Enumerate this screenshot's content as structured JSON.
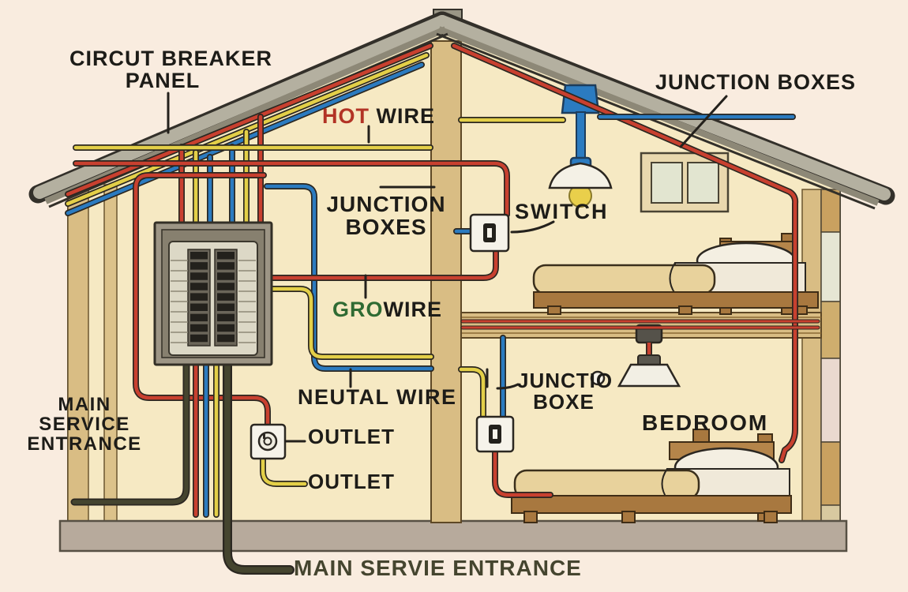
{
  "title": "Home electrical wiring cutaway diagram",
  "labels": {
    "circuit_breaker_panel": {
      "line1": "CIRCUT BREAKER",
      "line2": "PANEL"
    },
    "hot_wire": {
      "hot": "HOT",
      "wire": " WIRE"
    },
    "junction_boxes_top": "JUNCTION BOXES",
    "junction_boxes_mid": {
      "line1": "JUNCTION",
      "line2": "BOXES"
    },
    "switch": "SWITCH",
    "ground_wire": {
      "gro": "GRO",
      "wire": "WIRE"
    },
    "neutral_wire": "NEUTAL WIRE",
    "outlet_upper": "OUTLET",
    "outlet_lower": "OUTLET",
    "main_service_entrance_left": {
      "line1": "MAIN",
      "line2": "SERVICE",
      "line3": "ENTRANCE"
    },
    "junction_boxes_bedroom": {
      "line1": "JUNCTIO",
      "line2": "BOXE"
    },
    "bedroom": "BEDROOM",
    "main_service_entrance_bottom": "MAIN SERVIE ENTRANCE"
  },
  "colors": {
    "background": "#f9ecdf",
    "wall": "#f6e9c3",
    "roof_light": "#b4b0a0",
    "roof_dark": "#8d8877",
    "wood_beam": "#d9bd84",
    "bed_wood": "#a8783f",
    "wire_hot_red": "#c8402f",
    "wire_yellow": "#e3cf48",
    "wire_blue": "#2b7bc0",
    "wire_ground_dark": "#45452f",
    "label_dark": "#1d1c18",
    "label_red": "#b23325",
    "label_green": "#2f6b33"
  }
}
